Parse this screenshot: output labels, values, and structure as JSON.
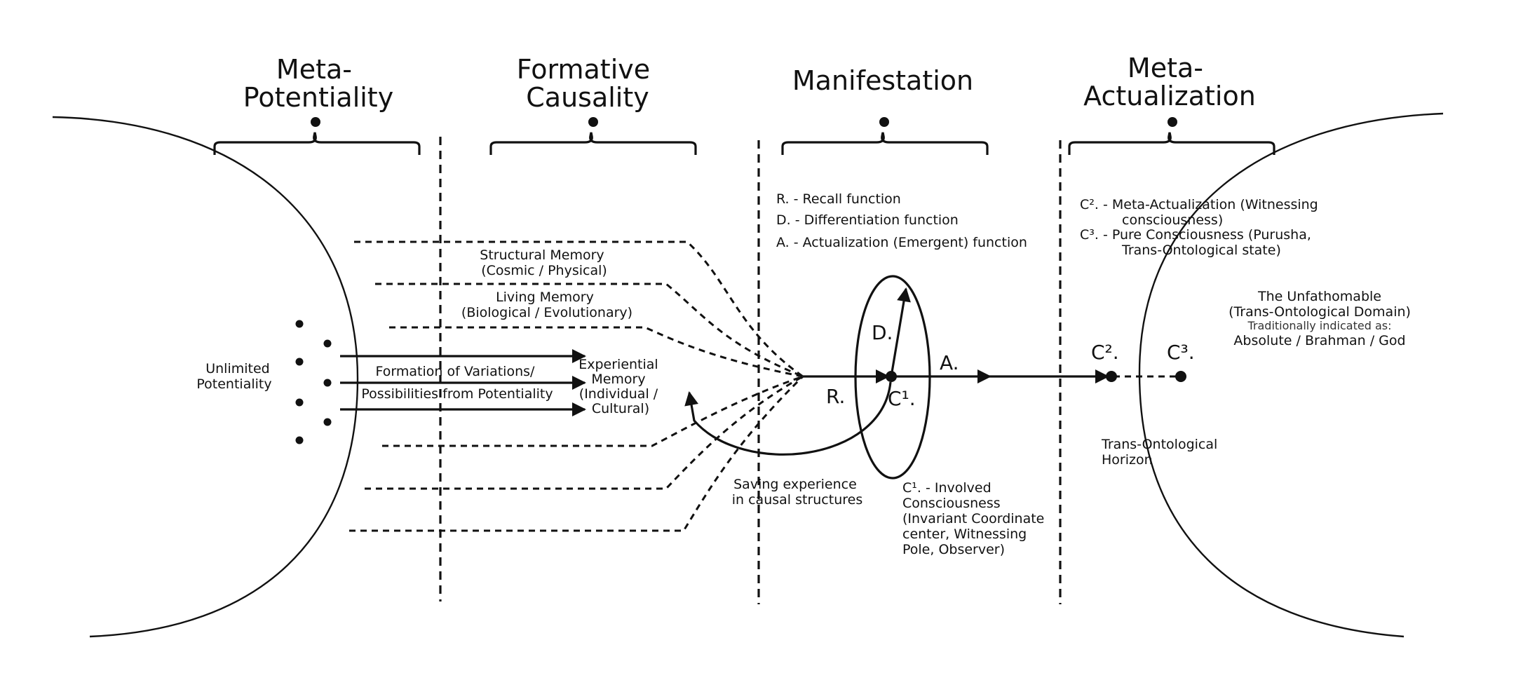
{
  "headers": {
    "meta_potentiality": [
      "Meta-",
      "Potentiality"
    ],
    "formative_causality": [
      "Formative",
      "Causality"
    ],
    "manifestation": [
      "Manifestation"
    ],
    "meta_actualization": [
      "Meta-",
      "Actualization"
    ]
  },
  "left": {
    "unlimited_potentiality": [
      "Unlimited",
      "Potentiality"
    ],
    "formation_variations": [
      "Formation of Variations/",
      "Possibilities from Potentiality"
    ]
  },
  "memory": {
    "structural": [
      "Structural Memory",
      "(Cosmic / Physical)"
    ],
    "living": [
      "Living Memory",
      "(Biological / Evolutionary)"
    ],
    "experiential": [
      "Experiential",
      "Memory",
      "(Individual /",
      "Cultural)"
    ],
    "saving": [
      "Saving experience",
      "in causal structures"
    ]
  },
  "functions_legend": [
    "R. - Recall function",
    "D. - Differentiation function",
    "A. - Actualization (Emergent) function"
  ],
  "symbols": {
    "r": "R.",
    "d": "D.",
    "a": "A.",
    "c1": "C¹.",
    "c2": "C².",
    "c3": "C³."
  },
  "c1_description": [
    "C¹. - Involved",
    "Consciousness",
    "(Invariant Coordinate",
    "center, Witnessing",
    "Pole, Observer)"
  ],
  "c_legend": [
    "C². - Meta-Actualization (Witnessing",
    "consciousness)",
    "C³. - Pure Consciousness (Purusha,",
    "Trans-Ontological state)"
  ],
  "unfathomable": {
    "title": "The Unfathomable",
    "subtitle": "(Trans-Ontological Domain)",
    "note": "Traditionally indicated as:",
    "names": "Absolute / Brahman / God"
  },
  "horizon": [
    "Trans-Ontological",
    "Horizon"
  ]
}
